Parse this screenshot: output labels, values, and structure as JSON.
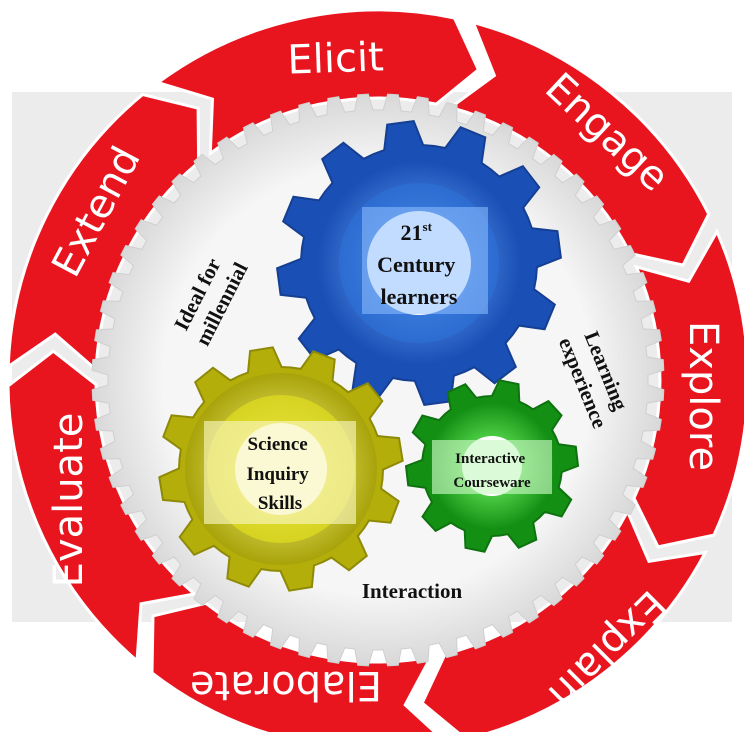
{
  "cycle": {
    "phases": [
      "Elicit",
      "Engage",
      "Explore",
      "Explain",
      "Elaborate",
      "Evaluate",
      "Extend"
    ]
  },
  "themes": {
    "ideal": [
      "Ideal for",
      "millennial"
    ],
    "learning": [
      "Learning",
      "experience"
    ],
    "interaction": "Interaction"
  },
  "gears": {
    "learners": {
      "line1": "21",
      "superscript": "st",
      "line2": "Century",
      "line3": "learners"
    },
    "science": {
      "lines": [
        "Science",
        "Inquiry",
        "Skills"
      ]
    },
    "courseware": {
      "lines": [
        "Interactive",
        "Courseware"
      ]
    }
  },
  "colors": {
    "cycle_red": "#e8141e",
    "big_gear": "#ececec",
    "blue_gear": "#1f5fc8",
    "yellow_gear": "#c4be0a",
    "green_gear": "#18a81a"
  }
}
